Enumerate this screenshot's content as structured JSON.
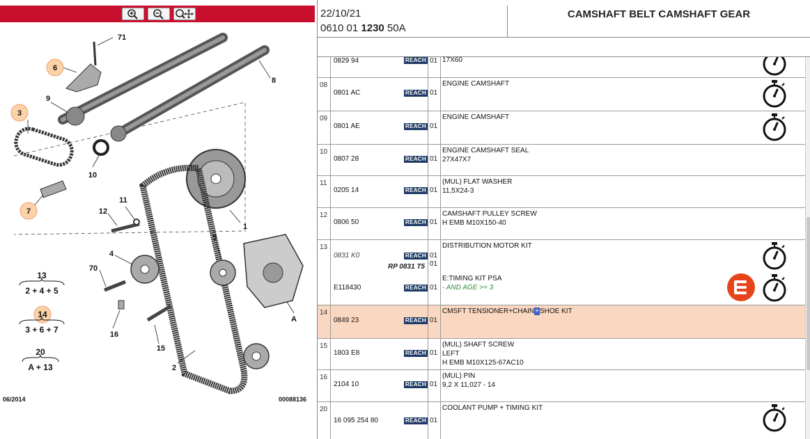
{
  "toolbar": {
    "zoom_in": "zoom-in-icon",
    "zoom_out": "zoom-out-icon",
    "zoom_fit": "zoom-fit-icon",
    "bg_color": "#c8102e"
  },
  "diagram": {
    "callouts": [
      "71",
      "6",
      "9",
      "3",
      "8",
      "10",
      "7",
      "11",
      "12",
      "1",
      "4",
      "5",
      "70",
      "16",
      "15",
      "2",
      "A"
    ],
    "formulas": [
      {
        "total": "13",
        "parts": "2 + 4 + 5"
      },
      {
        "total": "14",
        "parts": "3 + 6 + 7"
      },
      {
        "total": "20",
        "parts": "A + 13"
      }
    ],
    "footer_left": "06/2014",
    "footer_right": "00088136"
  },
  "header": {
    "date": "22/10/21",
    "ref_prefix": "0610 01 ",
    "ref_bold": "1230",
    "ref_suffix": " 50A",
    "title": "CAMSHAFT BELT CAMSHAFT GEAR"
  },
  "reach_label": "REACH",
  "rows": [
    {
      "idx": "",
      "ref": "0829 94",
      "qty": "01",
      "desc": [
        "17X60"
      ],
      "watch": true
    },
    {
      "idx": "08",
      "ref": "0801 AC",
      "qty": "01",
      "desc": [
        "ENGINE CAMSHAFT"
      ],
      "watch": true
    },
    {
      "idx": "09",
      "ref": "0801 AE",
      "qty": "01",
      "desc": [
        "ENGINE CAMSHAFT"
      ],
      "watch": true
    },
    {
      "idx": "10",
      "ref": "0807 28",
      "qty": "01",
      "desc": [
        "ENGINE CAMSHAFT SEAL",
        "27X47X7"
      ],
      "watch": false
    },
    {
      "idx": "11",
      "ref": "0205 14",
      "qty": "01",
      "desc": [
        "(MUL) FLAT WASHER",
        "11,5X24-3"
      ],
      "watch": false
    },
    {
      "idx": "12",
      "ref": "0806 50",
      "qty": "01",
      "desc": [
        "CAMSHAFT PULLEY SCREW",
        "H EMB M10X150-40"
      ],
      "watch": false
    },
    {
      "idx": "13",
      "ref": "0831 K0",
      "rp": "RP 0831 T5",
      "ref2": "E118430",
      "qty": "01",
      "qty_b": "01",
      "qty2": "01",
      "desc": [
        "DISTRIBUTION MOTOR KIT"
      ],
      "desc2": "E:TIMING KIT PSA",
      "cond": "- AND AGE >= 3",
      "watch": true
    },
    {
      "idx": "14",
      "ref": "0849 23",
      "qty": "01",
      "desc_a": "CMSFT TENSIONER+CHAIN",
      "desc_cursor": "+",
      "desc_b": "SHOE KIT",
      "highlight": true
    },
    {
      "idx": "15",
      "ref": "1803 E8",
      "qty": "01",
      "desc": [
        "(MUL) SHAFT SCREW",
        "LEFT",
        "H EMB M10X125-67AC10"
      ],
      "watch": false
    },
    {
      "idx": "16",
      "ref": "2104 10",
      "qty": "01",
      "desc": [
        "(MUL) PIN",
        "9,2 X 11,027 - 14"
      ],
      "watch": false
    },
    {
      "idx": "20",
      "ref": "16 095 254 80",
      "qty": "01",
      "desc": [
        "COOLANT PUMP + TIMING KIT"
      ],
      "watch": true
    }
  ],
  "colors": {
    "highlight_row": "#fad7c0",
    "reach_badge": "#1d3a66",
    "e_badge": "#e8441b",
    "condition_text": "#2e8b3a"
  }
}
